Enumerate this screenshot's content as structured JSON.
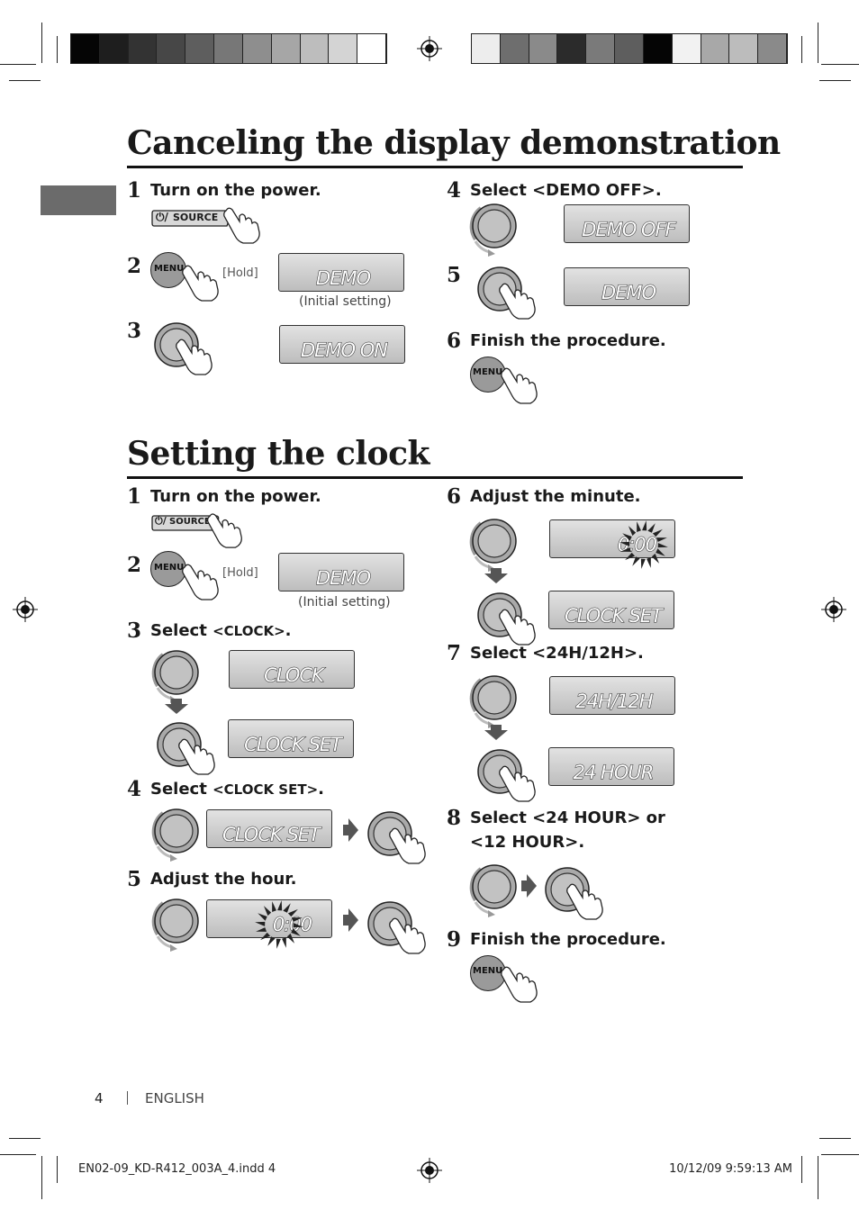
{
  "section1": {
    "title": "Canceling the display demonstration",
    "steps": [
      {
        "num": "1",
        "text": "Turn on the power."
      },
      {
        "num": "2"
      },
      {
        "num": "3"
      },
      {
        "num": "4",
        "text": "Select <DEMO OFF>."
      },
      {
        "num": "5"
      },
      {
        "num": "6",
        "text": "Finish the procedure."
      }
    ],
    "displays": {
      "demo_initial": "DEMO",
      "demo_on": "DEMO ON",
      "demo_off": "DEMO OFF",
      "demo": "DEMO"
    },
    "hold": "[Hold]",
    "initial_setting": "(Initial setting)"
  },
  "section2": {
    "title": "Setting the clock",
    "steps": [
      {
        "num": "1",
        "text": "Turn on the power."
      },
      {
        "num": "2"
      },
      {
        "num": "3",
        "text": "Select ",
        "sc": "<CLOCK>",
        "tail": "."
      },
      {
        "num": "4",
        "text": "Select ",
        "sc": "<CLOCK SET>",
        "tail": "."
      },
      {
        "num": "5",
        "text": "Adjust the hour."
      },
      {
        "num": "6",
        "text": "Adjust the minute."
      },
      {
        "num": "7",
        "text": "Select <24H/12H>."
      },
      {
        "num": "8",
        "text": "Select <24 HOUR> or",
        "text2": "<12 HOUR>."
      },
      {
        "num": "9",
        "text": "Finish the procedure."
      }
    ],
    "displays": {
      "demo": "DEMO",
      "clock": "CLOCK",
      "clock_set": "CLOCK SET",
      "hour": "0:00",
      "minute": "0:00",
      "h24_12": "24H/12H",
      "hour24": "24 HOUR"
    },
    "hold": "[Hold]",
    "initial_setting": "(Initial setting)"
  },
  "buttons": {
    "menu": "MENU",
    "source": "SOURCE"
  },
  "footer": {
    "page": "4",
    "language": "ENGLISH",
    "file": "EN02-09_KD-R412_003A_4.indd   4",
    "date": "10/12/09   9:59:13 AM"
  },
  "colors": {
    "swatches_left": [
      "#050505",
      "#1e1e1e",
      "#333333",
      "#474747",
      "#5e5e5e",
      "#777777",
      "#8e8e8e",
      "#a6a6a6",
      "#bdbdbd",
      "#d4d4d4",
      "#ffffff"
    ],
    "swatches_right": [
      "#ededed",
      "#6e6e6e",
      "#8a8a8a",
      "#2b2b2b",
      "#7a7a7a",
      "#5e5e5e",
      "#050505",
      "#f2f2f2",
      "#a8a8a8",
      "#bcbcbc",
      "#8a8a8a"
    ]
  }
}
